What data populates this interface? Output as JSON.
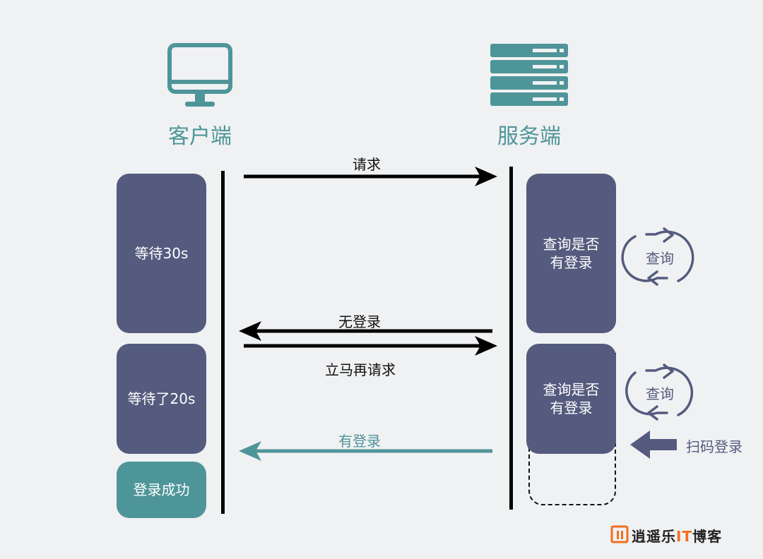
{
  "client": {
    "title": "客户端",
    "icon": "monitor-icon"
  },
  "server": {
    "title": "服务端",
    "icon": "server-icon"
  },
  "client_boxes": [
    "等待30s",
    "等待了20s",
    "登录成功"
  ],
  "server_boxes": [
    [
      "查询是否",
      "有登录"
    ],
    [
      "查询是否",
      "有登录"
    ]
  ],
  "messages": {
    "request": "请求",
    "no_login": "无登录",
    "re_request": "立马再请求",
    "has_login": "有登录"
  },
  "loop_label": "查询",
  "scan_label": "扫码登录",
  "brand": {
    "prefix": "逍遥乐",
    "it": "IT",
    "suffix": "博客"
  },
  "colors": {
    "teal": "#4e9599",
    "slate": "#545b7e",
    "brand_orange": "#f0701f"
  }
}
